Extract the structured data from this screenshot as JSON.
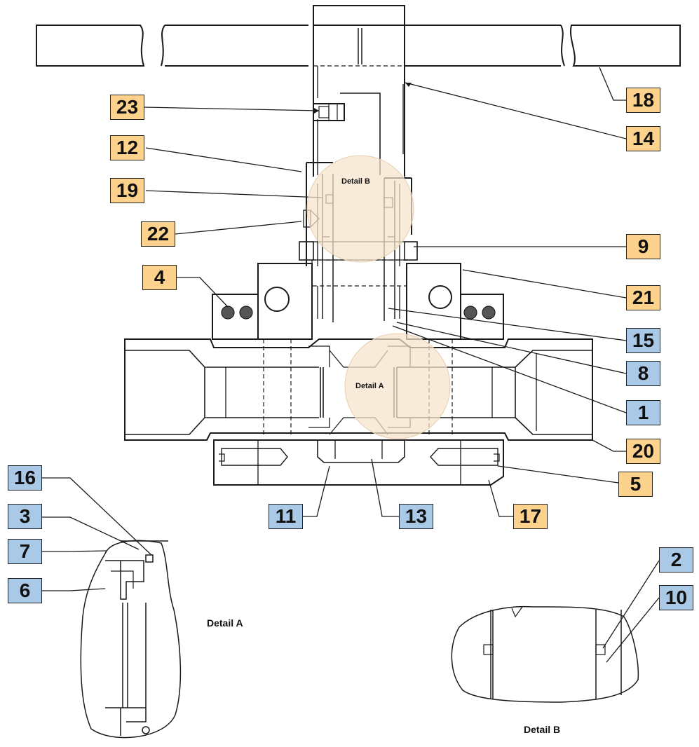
{
  "callouts": [
    {
      "id": "c23",
      "number": "23",
      "color": "orange"
    },
    {
      "id": "c12",
      "number": "12",
      "color": "orange"
    },
    {
      "id": "c19",
      "number": "19",
      "color": "orange"
    },
    {
      "id": "c22",
      "number": "22",
      "color": "orange"
    },
    {
      "id": "c4",
      "number": "4",
      "color": "orange"
    },
    {
      "id": "c18",
      "number": "18",
      "color": "orange"
    },
    {
      "id": "c14",
      "number": "14",
      "color": "orange"
    },
    {
      "id": "c9",
      "number": "9",
      "color": "orange"
    },
    {
      "id": "c21",
      "number": "21",
      "color": "orange"
    },
    {
      "id": "c15",
      "number": "15",
      "color": "blue"
    },
    {
      "id": "c8",
      "number": "8",
      "color": "blue"
    },
    {
      "id": "c1",
      "number": "1",
      "color": "blue"
    },
    {
      "id": "c20",
      "number": "20",
      "color": "orange"
    },
    {
      "id": "c5",
      "number": "5",
      "color": "orange"
    },
    {
      "id": "c17",
      "number": "17",
      "color": "orange"
    },
    {
      "id": "c11",
      "number": "11",
      "color": "blue"
    },
    {
      "id": "c13",
      "number": "13",
      "color": "blue"
    },
    {
      "id": "c16",
      "number": "16",
      "color": "blue"
    },
    {
      "id": "c3",
      "number": "3",
      "color": "blue"
    },
    {
      "id": "c7",
      "number": "7",
      "color": "blue"
    },
    {
      "id": "c6",
      "number": "6",
      "color": "blue"
    },
    {
      "id": "c2",
      "number": "2",
      "color": "blue"
    },
    {
      "id": "c10",
      "number": "10",
      "color": "blue"
    }
  ],
  "labels": {
    "detail_b_circle": "Detail B",
    "detail_a_circle": "Detail A",
    "detail_a_caption": "Detail A",
    "detail_b_caption": "Detail B"
  },
  "colors": {
    "orange_fill": "#fdd28c",
    "blue_fill": "#a9c9e7",
    "detail_highlight": "#f6e3cb",
    "line": "#1a1a1a"
  }
}
